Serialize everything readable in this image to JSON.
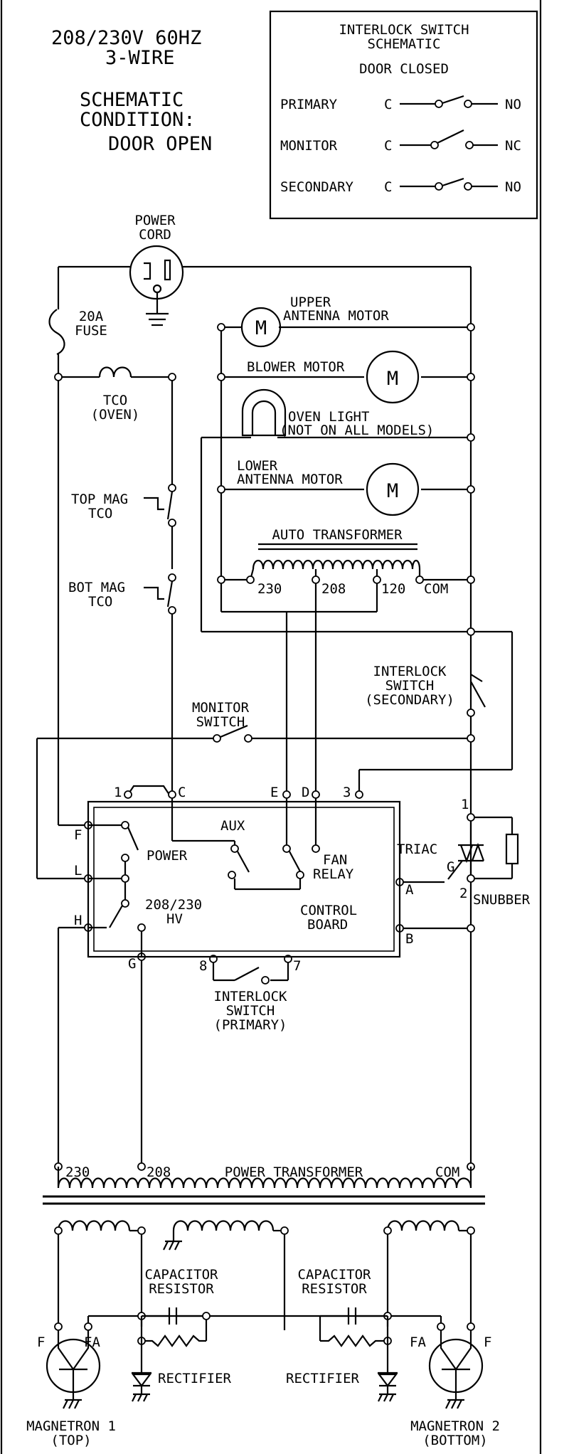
{
  "header": {
    "supply_line1": "208/230V 60HZ",
    "supply_line2": "3-WIRE",
    "condition_line1": "SCHEMATIC",
    "condition_line2": "CONDITION:",
    "condition_line3": "DOOR OPEN"
  },
  "legend": {
    "title_line1": "INTERLOCK SWITCH",
    "title_line2": "SCHEMATIC",
    "subtitle": "DOOR CLOSED",
    "rows": [
      {
        "name": "PRIMARY",
        "common": "C",
        "state": "NO"
      },
      {
        "name": "MONITOR",
        "common": "C",
        "state": "NC"
      },
      {
        "name": "SECONDARY",
        "common": "C",
        "state": "NO"
      }
    ]
  },
  "labels": {
    "power_cord_1": "POWER",
    "power_cord_2": "CORD",
    "fuse_1": "20A",
    "fuse_2": "FUSE",
    "tco_1": "TCO",
    "tco_2": "(OVEN)",
    "upper_motor_1": "UPPER",
    "upper_motor_2": "ANTENNA MOTOR",
    "blower_motor": "BLOWER MOTOR",
    "oven_light_1": "OVEN LIGHT",
    "oven_light_2": "(NOT ON ALL MODELS)",
    "lower_motor_1": "LOWER",
    "lower_motor_2": "ANTENNA MOTOR",
    "motor_symbol": "M",
    "top_mag_1": "TOP MAG",
    "top_mag_2": "TCO",
    "bot_mag_1": "BOT MAG",
    "bot_mag_2": "TCO",
    "auto_transformer": "AUTO TRANSFORMER",
    "tap_230": "230",
    "tap_208": "208",
    "tap_120": "120",
    "tap_com": "COM",
    "interlock_secondary_1": "INTERLOCK",
    "interlock_secondary_2": "SWITCH",
    "interlock_secondary_3": "(SECONDARY)",
    "monitor_switch_1": "MONITOR",
    "monitor_switch_2": "SWITCH",
    "pin_1": "1",
    "pin_c": "C",
    "pin_e": "E",
    "pin_d": "D",
    "pin_3": "3",
    "pin_f": "F",
    "pin_l": "L",
    "pin_h": "H",
    "pin_g": "G",
    "pin_8": "8",
    "pin_7": "7",
    "pin_a": "A",
    "pin_b": "B",
    "board_aux": "AUX",
    "board_power": "POWER",
    "board_fan_1": "FAN",
    "board_fan_2": "RELAY",
    "board_hv_1": "208/230",
    "board_hv_2": "HV",
    "board_name_1": "CONTROL",
    "board_name_2": "BOARD",
    "triac": "TRIAC",
    "triac_g": "G",
    "triac_1": "1",
    "triac_2": "2",
    "snubber": "SNUBBER",
    "interlock_primary_1": "INTERLOCK",
    "interlock_primary_2": "SWITCH",
    "interlock_primary_3": "(PRIMARY)",
    "pt_230": "230",
    "pt_208": "208",
    "power_transformer": "POWER TRANSFORMER",
    "pt_com": "COM",
    "cap_res_left_1": "CAPACITOR",
    "cap_res_left_2": "RESISTOR",
    "cap_res_right_1": "CAPACITOR",
    "cap_res_right_2": "RESISTOR",
    "rectifier_left": "RECTIFIER",
    "rectifier_right": "RECTIFIER",
    "mag1_f": "F",
    "mag1_fa": "FA",
    "mag2_fa": "FA",
    "mag2_f": "F",
    "mag1_1": "MAGNETRON 1",
    "mag1_2": "(TOP)",
    "mag2_1": "MAGNETRON 2",
    "mag2_2": "(BOTTOM)"
  }
}
